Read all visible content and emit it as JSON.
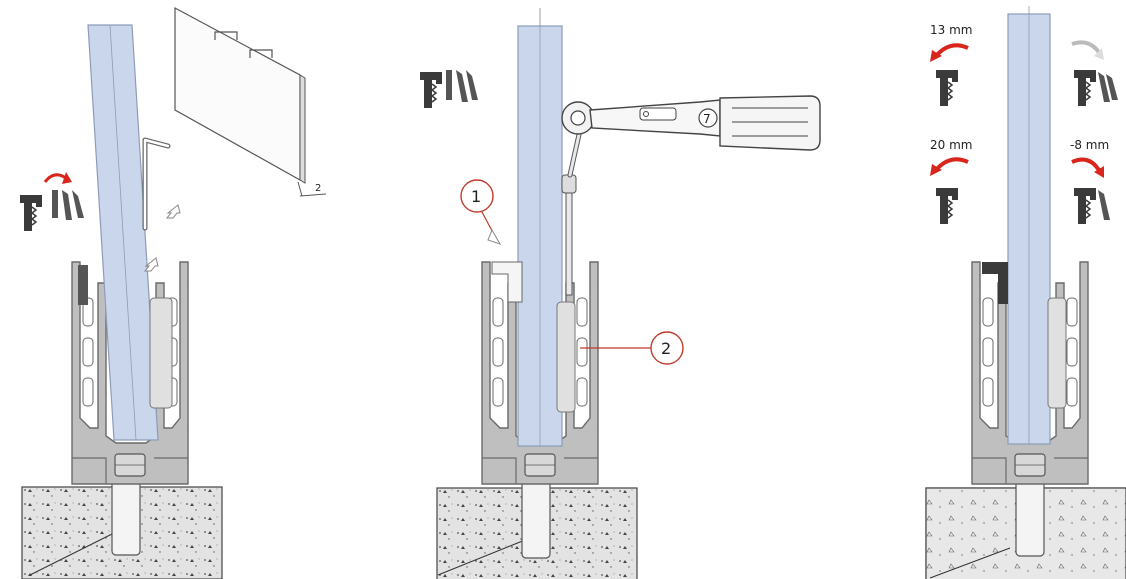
{
  "panels": [
    {
      "id": "step-1"
    },
    {
      "id": "step-2",
      "callouts": [
        {
          "label": "1"
        },
        {
          "label": "2"
        }
      ],
      "wrench_scale_label": "7"
    },
    {
      "id": "step-3",
      "adjustments": [
        {
          "label": "13 mm"
        },
        {
          "label": "20 mm"
        },
        {
          "label": "-8 mm"
        }
      ]
    }
  ],
  "panel1": {
    "gap_dimension": "2"
  },
  "colors": {
    "glass": "#c9d6ec",
    "glass_edge": "#8d9db8",
    "profile": "#bfbfbf",
    "profile_edge": "#6a6a6a",
    "concrete": "#e3e3e3",
    "arrow_red": "#d9261c",
    "callout_red": "#c0392b",
    "wedge_dark": "#3a3a3a"
  }
}
